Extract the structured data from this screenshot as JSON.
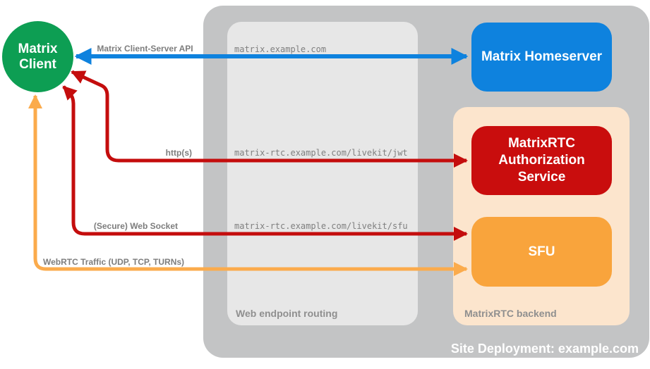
{
  "containers": {
    "site_deployment": {
      "label": "Site Deployment: example.com",
      "color": "#c3c4c5",
      "label_color": "#ffffff"
    },
    "web_endpoint_routing": {
      "label": "Web endpoint routing",
      "color": "#e7e7e7",
      "label_color": "#8f8f8f"
    },
    "matrixrtc_backend": {
      "label": "MatrixRTC backend",
      "color": "#fce5cd",
      "label_color": "#8f8f8f"
    }
  },
  "nodes": {
    "client": {
      "label": "Matrix Client",
      "color": "#0d9e53",
      "text_color": "#ffffff"
    },
    "homeserver": {
      "label": "Matrix Homeserver",
      "color": "#0e82de",
      "text_color": "#ffffff"
    },
    "auth": {
      "label": "MatrixRTC Authorization Service",
      "color": "#c90d0d",
      "text_color": "#ffffff"
    },
    "sfu": {
      "label": "SFU",
      "color": "#f9a43c",
      "text_color": "#ffffff"
    }
  },
  "arrows": {
    "csapi": {
      "label": "Matrix Client-Server API",
      "endpoint": "matrix.example.com",
      "color": "#0e82de",
      "bidirectional": true
    },
    "https": {
      "label": "http(s)",
      "endpoint": "matrix-rtc.example.com/livekit/jwt",
      "color": "#c40d0d",
      "bidirectional": true
    },
    "websocket": {
      "label": "(Secure) Web Socket",
      "endpoint": "matrix-rtc.example.com/livekit/sfu",
      "color": "#c40d0d",
      "bidirectional": true
    },
    "webrtc": {
      "label": "WebRTC Traffic (UDP, TCP, TURNs)",
      "color": "#fbab4c",
      "bidirectional": true
    }
  },
  "text_colors": {
    "arrow_label": "#7d7d7d",
    "endpoint": "#7f7f7f"
  }
}
